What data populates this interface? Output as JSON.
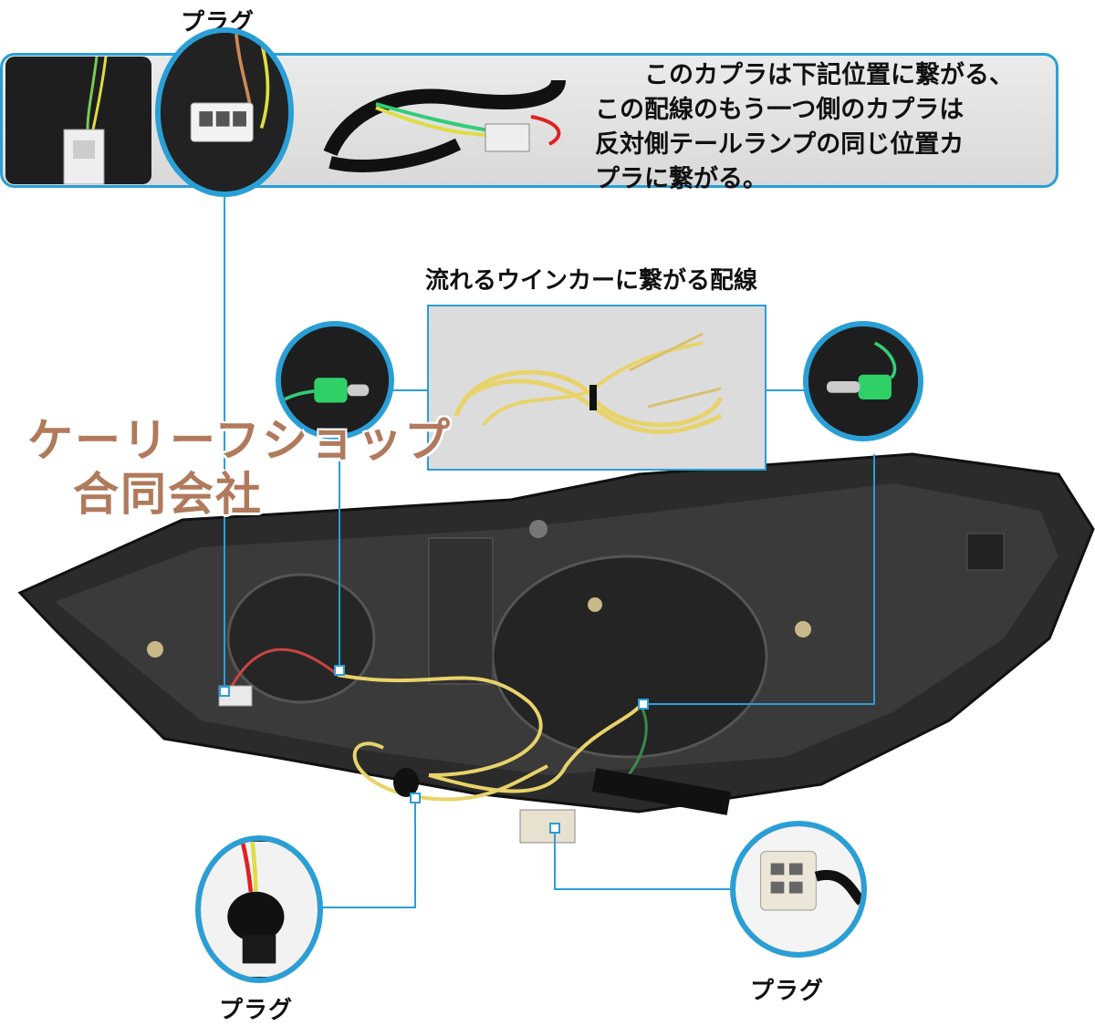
{
  "labels": {
    "plug_top": "プラグ",
    "plug_bottom_left": "プラグ",
    "plug_bottom_right": "プラグ",
    "wire_title": "流れるウインカーに繋がる配線"
  },
  "note": {
    "text": "　　このカプラは下記位置に繋がる、\nこの配線のもう一つ側のカプラは\n反対側テールランプの同じ位置カ\nプラに繋がる。"
  },
  "watermark": {
    "line1": "ケーリーフショップ",
    "line2": "合同会社"
  },
  "colors": {
    "accent": "#2a9fd6",
    "lamp_body": "#2b2b2b",
    "wire_yellow": "#e8d36a",
    "wire_green": "#3fbf5a",
    "watermark": "#b07a5c"
  },
  "icons": [
    "coupler-icon",
    "harness-icon",
    "bullet-connector-icon",
    "socket-icon",
    "plug-icon"
  ]
}
